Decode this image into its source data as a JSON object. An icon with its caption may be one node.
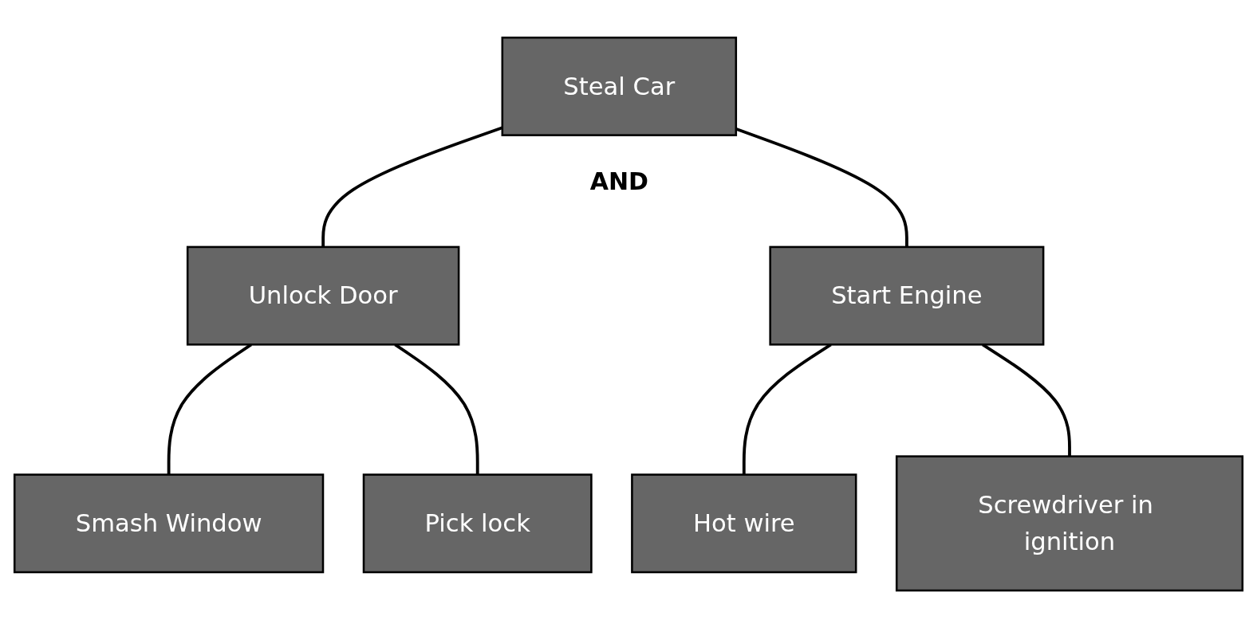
{
  "diagram": {
    "nodes": [
      {
        "text": [
          "Steal Car"
        ]
      },
      {
        "text": [
          "Unlock Door"
        ]
      },
      {
        "text": [
          "Start Engine"
        ]
      },
      {
        "text": [
          "Smash Window"
        ]
      },
      {
        "text": [
          "Pick lock"
        ]
      },
      {
        "text": [
          "Hot wire"
        ]
      },
      {
        "text": [
          "Screwdriver in ignition"
        ]
      }
    ],
    "edges": [
      {
        "from": 0,
        "to": 1,
        "arrow": "none"
      },
      {
        "from": 0,
        "to": 2,
        "arrow": "none"
      },
      {
        "from": 1,
        "to": 3,
        "arrow": "none"
      },
      {
        "from": 1,
        "to": 4,
        "arrow": "none"
      },
      {
        "from": 2,
        "to": 5,
        "arrow": "none"
      },
      {
        "from": 2,
        "to": 6,
        "arrow": "none"
      }
    ],
    "labels": [
      "AND"
    ]
  }
}
